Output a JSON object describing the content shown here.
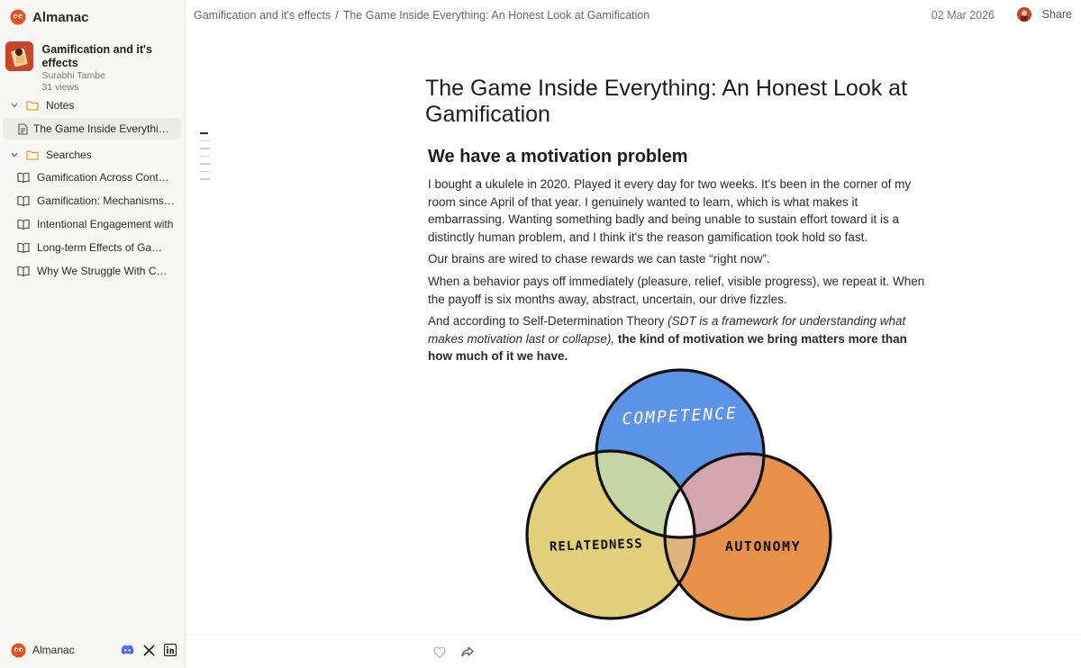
{
  "app": {
    "name": "Almanac"
  },
  "project": {
    "title": "Gamification and it's effects",
    "author": "Surabhi Tambe",
    "views": "31 views"
  },
  "tree": {
    "notes_label": "Notes",
    "active_note": "The Game Inside Everything: An Honest Look at Gamification",
    "searches_label": "Searches",
    "searches": [
      "Gamification Across Contexts",
      "Gamification: Mechanisms, Outcomes",
      "Intentional Engagement with",
      "Long-term Effects of Gamification",
      "Why We Struggle With Consistency"
    ]
  },
  "footer": {
    "name": "Almanac"
  },
  "topbar": {
    "crumb1": "Gamification and it's effects",
    "sep": "/",
    "crumb2": "The Game Inside Everything: An Honest Look at Gamification",
    "date": "02 Mar 2026",
    "share": "Share"
  },
  "doc": {
    "title": "The Game Inside Everything: An Honest Look at Gamification",
    "section": "We have a motivation problem",
    "p1": "I bought a ukulele in 2020. Played it every day for two weeks. It's been in the corner of my room since April of that year. I genuinely wanted to learn, which is what makes it embarrassing. Wanting something badly and being unable to sustain effort toward it is a distinctly human problem, and I think it's the reason gamification took hold so fast.",
    "p2": "Our brains are wired to chase rewards we can taste “right now”.",
    "p3": "When a behavior pays off immediately (pleasure, relief, visible progress), we repeat it. When the payoff is six months away, abstract, uncertain, our drive fizzles.",
    "p4_plain": "And according to Self-Determination Theory ",
    "p4_italic": "(SDT is a framework for understanding what makes motivation last or collapse),",
    "p4_bold": " the kind of motivation we bring matters more than how much of it we have."
  },
  "venn": {
    "top_label": "COMPETENCE",
    "left_label": "RELATEDNESS",
    "right_label": "AUTONOMY",
    "colors": {
      "top": "#5b93e6",
      "left": "#e2cf7c",
      "right": "#e89148",
      "top_left": "#c5d5a6",
      "top_right": "#d3a7ad",
      "left_right": "#deb27c",
      "center": "#ffffff"
    }
  },
  "icons": {
    "like": "heart-icon",
    "share": "share-arrow-icon"
  }
}
